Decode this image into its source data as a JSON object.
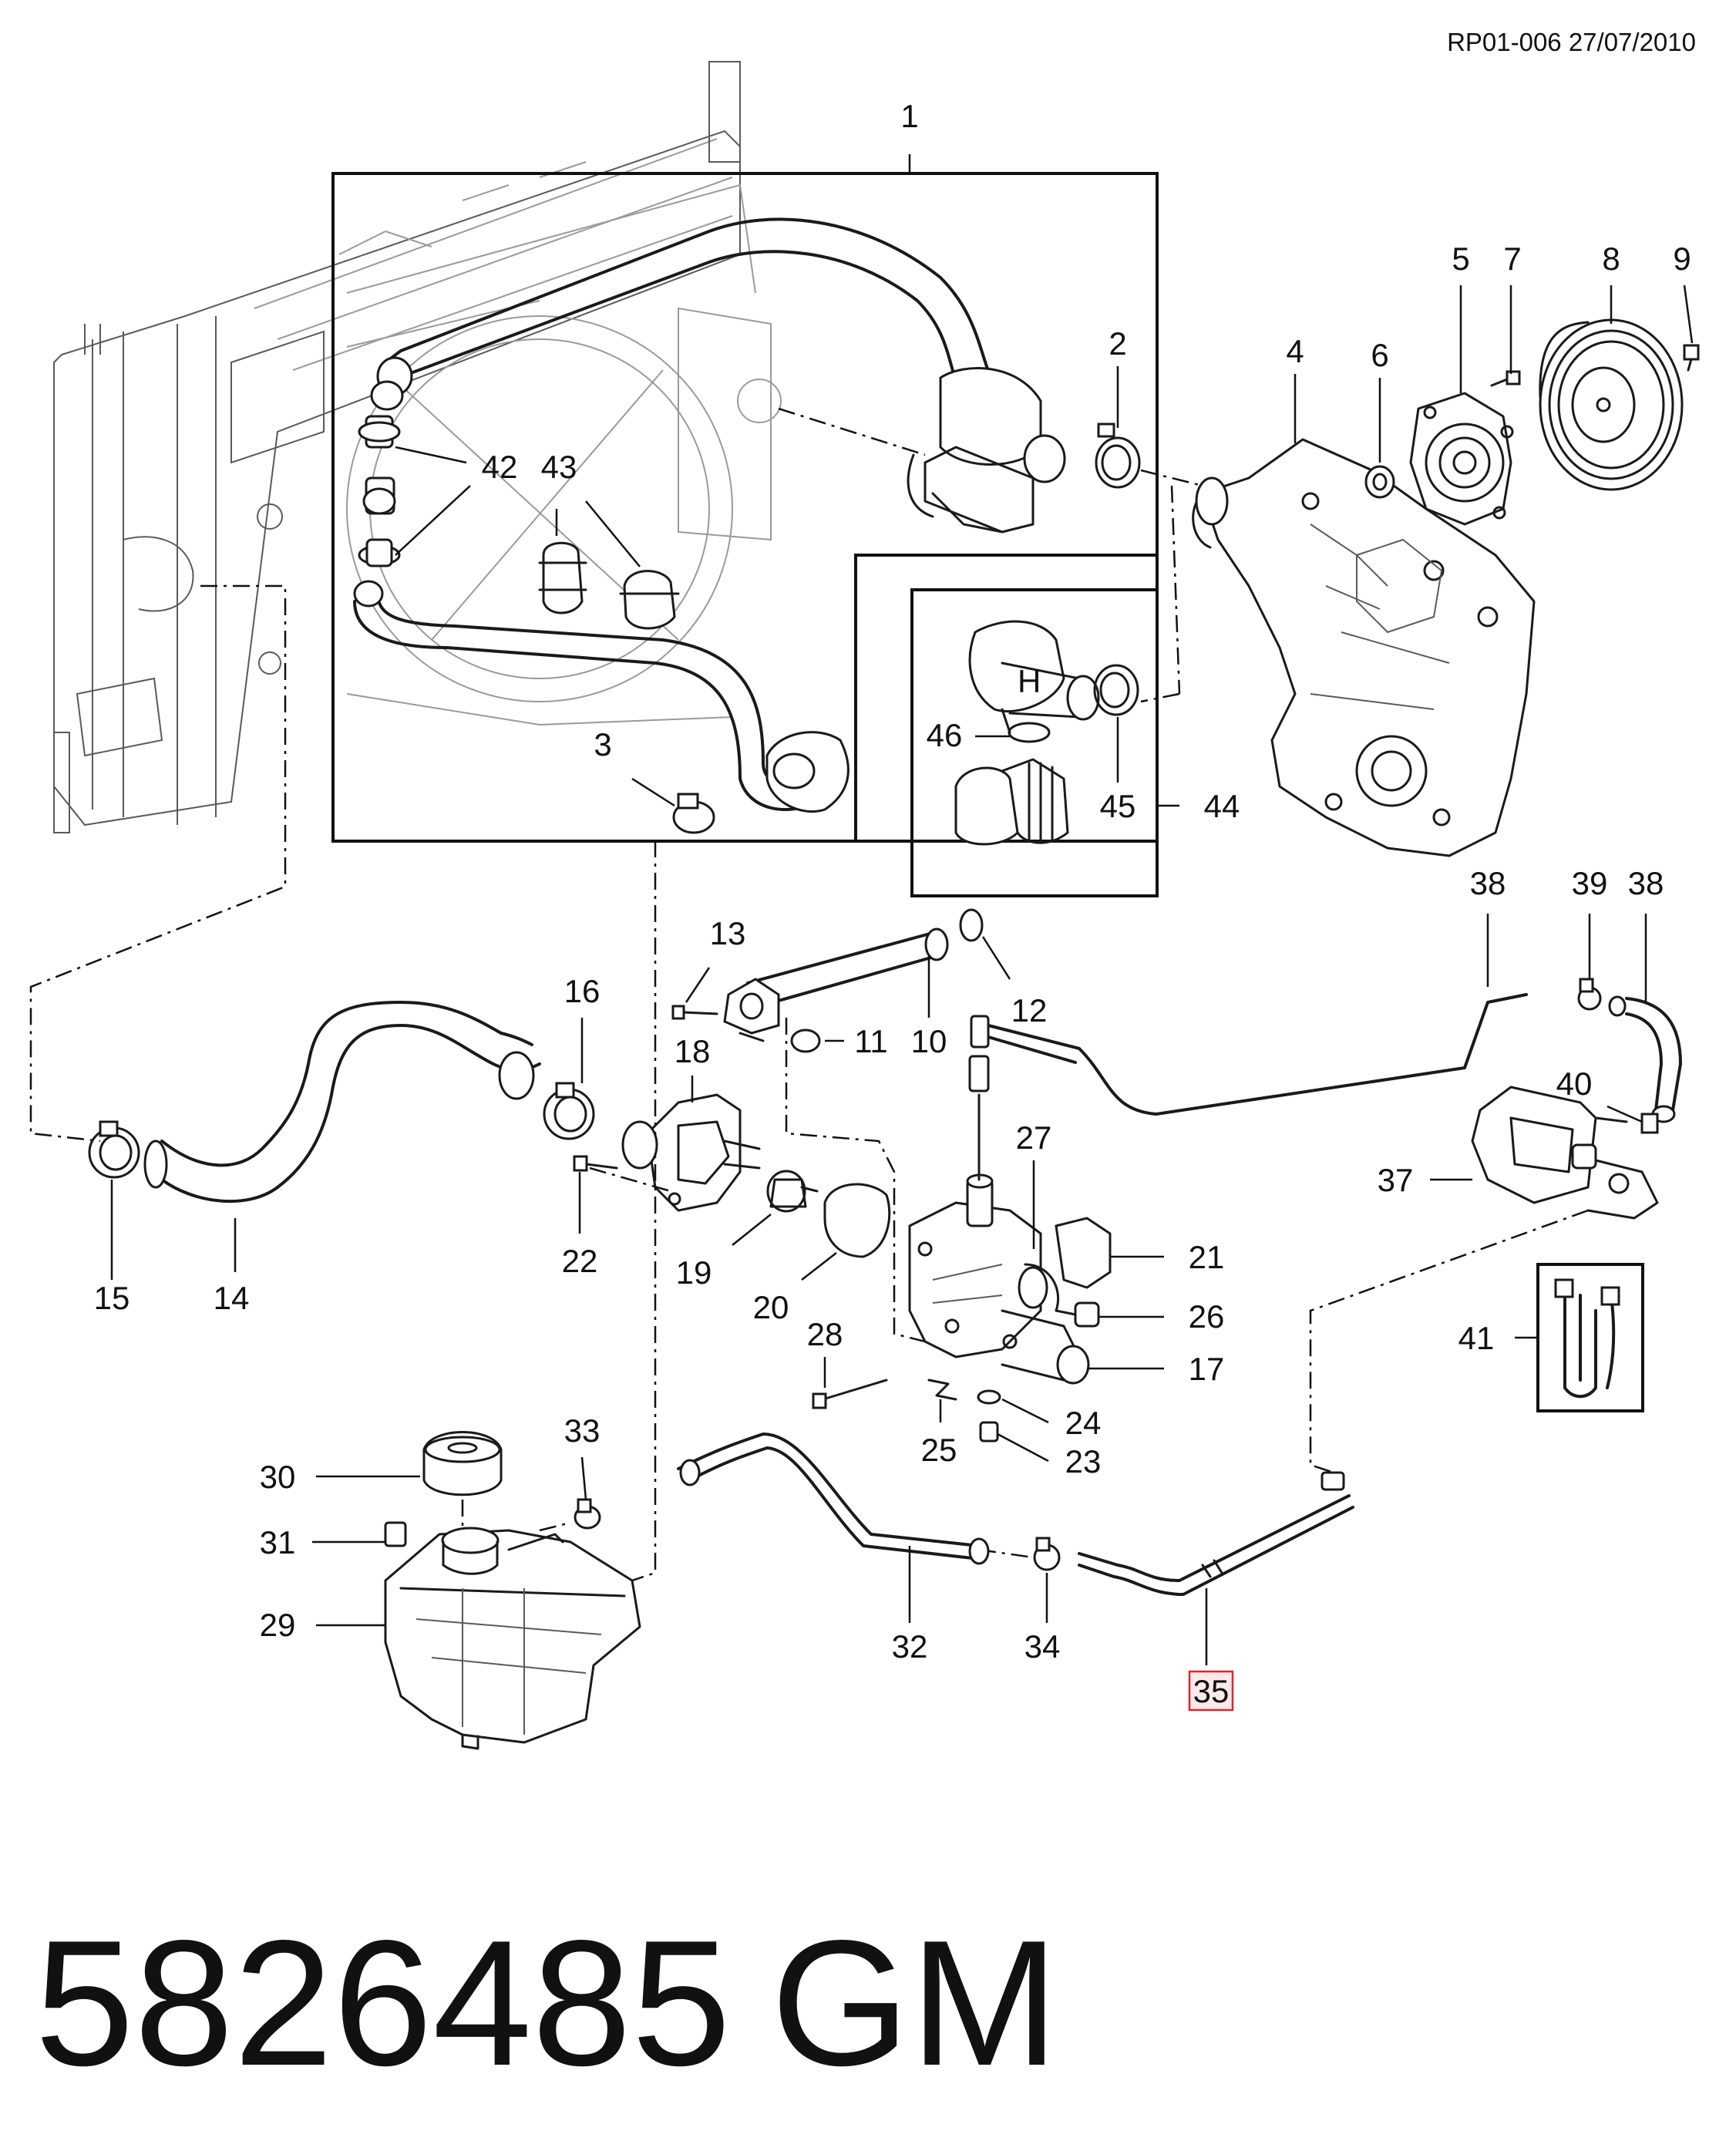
{
  "header": {
    "reference": "RP01-006 27/07/2010"
  },
  "callouts": {
    "c1": "1",
    "c2": "2",
    "c3": "3",
    "c4": "4",
    "c5": "5",
    "c6": "6",
    "c7": "7",
    "c8": "8",
    "c9": "9",
    "c10": "10",
    "c11": "11",
    "c12": "12",
    "c13": "13",
    "c14": "14",
    "c15": "15",
    "c16": "16",
    "c17": "17",
    "c18": "18",
    "c19": "19",
    "c20": "20",
    "c21": "21",
    "c22": "22",
    "c23": "23",
    "c24": "24",
    "c25": "25",
    "c26": "26",
    "c27": "27",
    "c28": "28",
    "c29": "29",
    "c30": "30",
    "c31": "31",
    "c32": "32",
    "c33": "33",
    "c34": "34",
    "c35": "35",
    "c37": "37",
    "c38a": "38",
    "c38b": "38",
    "c39": "39",
    "c40": "40",
    "c41": "41",
    "c42": "42",
    "c43": "43",
    "c44": "44",
    "c45": "45",
    "c46": "46"
  },
  "highlight": {
    "callout": "35",
    "color": "#d9272e"
  },
  "footer": {
    "part_number": "5826485",
    "brand": "GM"
  },
  "icons": [
    "radiator",
    "coolant-hose",
    "hose-clamp",
    "water-pump",
    "pulley",
    "engine-front-cover",
    "thermostat-housing",
    "thermostat",
    "expansion-tank",
    "filler-cap",
    "heater-unit"
  ]
}
